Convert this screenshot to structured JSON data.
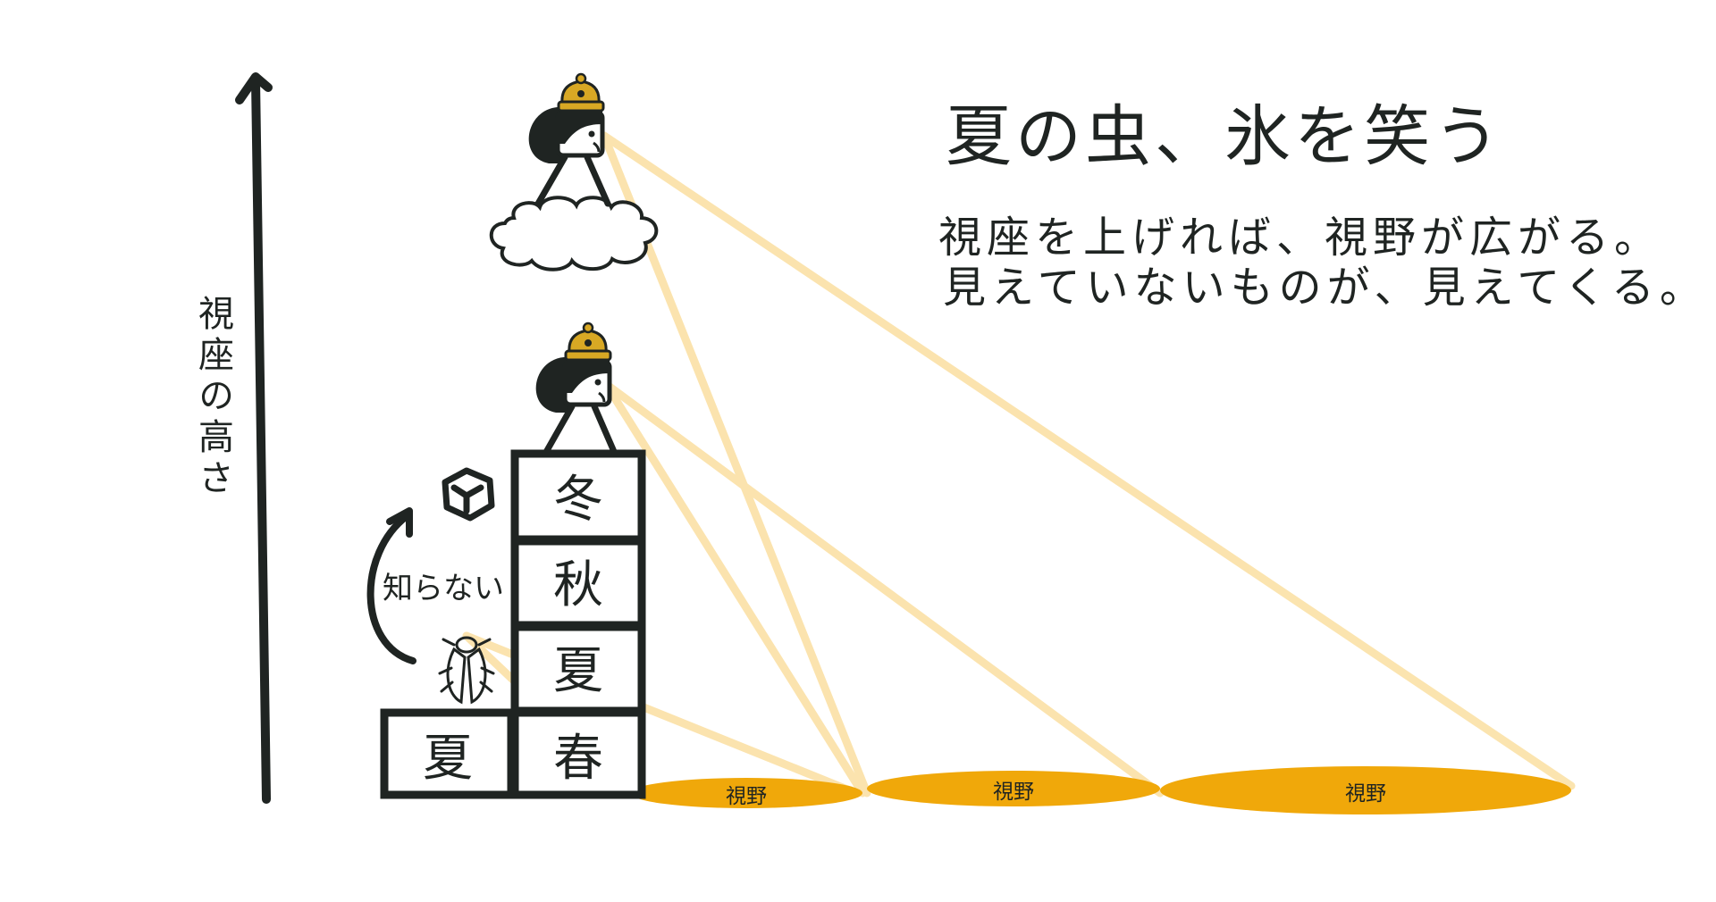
{
  "title": "夏の虫、氷を笑う",
  "subtitle_lines": [
    "視座を上げれば、視野が広がる。",
    "見えていないものが、見えてくる。"
  ],
  "axis_label": "視座の高さ",
  "unknown_label": "知らない",
  "blocks": {
    "summer_single": "夏",
    "spring": "春",
    "summer": "夏",
    "autumn": "秋",
    "winter": "冬"
  },
  "fields": [
    {
      "label": "視野",
      "level": "low"
    },
    {
      "label": "視野",
      "level": "mid"
    },
    {
      "label": "視野",
      "level": "high"
    }
  ],
  "colors": {
    "ink": "#1f2422",
    "bell": "#d8a824",
    "field": "#f0a80a",
    "ray": "#fbe1a6"
  },
  "icons": [
    "up-arrow-icon",
    "ice-cube-icon",
    "curved-arrow-icon",
    "cicada-icon",
    "person-icon",
    "bell-icon",
    "cloud-icon"
  ]
}
